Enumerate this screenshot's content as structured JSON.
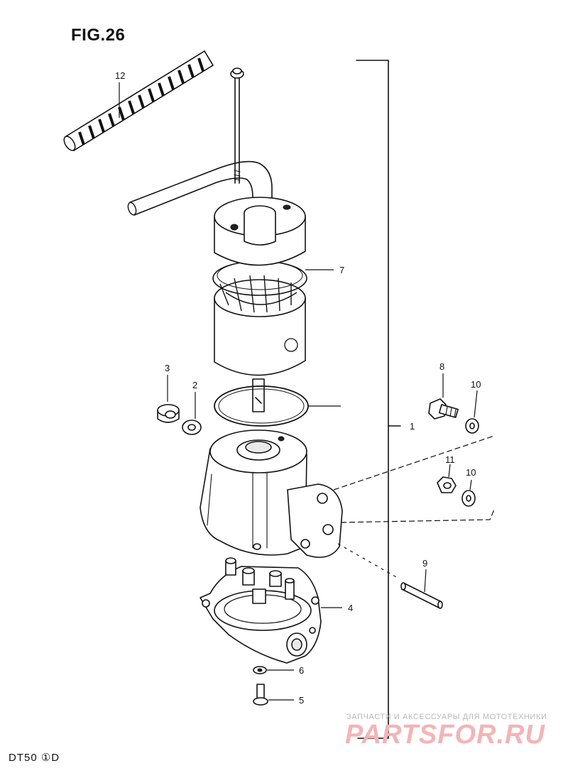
{
  "figure": {
    "title": "FIG.26",
    "model_code": "DT50 ①D"
  },
  "callouts": [
    {
      "id": "12",
      "label": "12"
    },
    {
      "id": "7",
      "label": "7"
    },
    {
      "id": "3",
      "label": "3"
    },
    {
      "id": "2",
      "label": "2"
    },
    {
      "id": "8",
      "label": "8"
    },
    {
      "id": "10a",
      "label": "10"
    },
    {
      "id": "1",
      "label": "1"
    },
    {
      "id": "11",
      "label": "11"
    },
    {
      "id": "10b",
      "label": "10"
    },
    {
      "id": "9",
      "label": "9"
    },
    {
      "id": "4",
      "label": "4"
    },
    {
      "id": "6",
      "label": "6"
    },
    {
      "id": "5",
      "label": "5"
    }
  ],
  "watermark": {
    "line1": "ЗАПЧАСТИ И АКСЕССУАРЫ ДЛЯ МОТОТЕХНИКИ",
    "logo": "PARTSFOR.RU"
  },
  "colors": {
    "ink": "#111111",
    "watermark_text": "#b8b8b8",
    "watermark_logo": "#f3b4b7"
  }
}
